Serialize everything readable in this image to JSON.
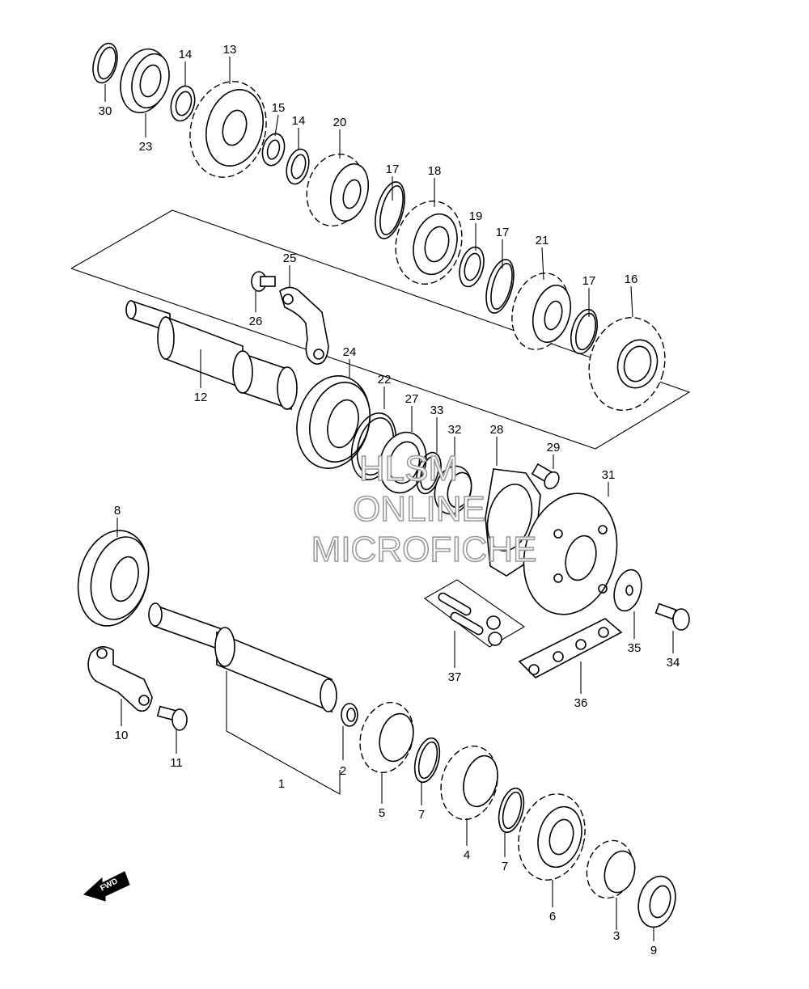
{
  "watermark": {
    "line1": "HLSM",
    "line2": "ONLINE",
    "line3": "MICROFICHE"
  },
  "fwd_label": "FWD",
  "callouts": [
    "1",
    "2",
    "3",
    "4",
    "5",
    "6",
    "7",
    "7",
    "8",
    "9",
    "10",
    "11",
    "12",
    "13",
    "14",
    "14",
    "15",
    "16",
    "17",
    "17",
    "17",
    "18",
    "19",
    "20",
    "21",
    "22",
    "23",
    "24",
    "25",
    "26",
    "27",
    "28",
    "29",
    "30",
    "31",
    "32",
    "33",
    "34",
    "35",
    "36",
    "37"
  ]
}
